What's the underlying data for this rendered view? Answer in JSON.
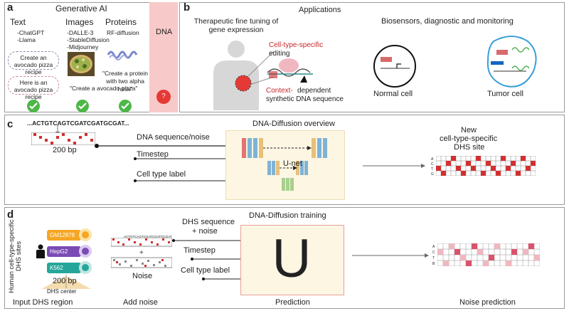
{
  "panel_a": {
    "label": "a",
    "title": "Generative AI",
    "text": {
      "heading": "Text",
      "items": [
        "-ChatGPT",
        "-Llama"
      ],
      "prompt": "Create an avocado pizza recipe",
      "response": "Here is an avocado pizza recipe"
    },
    "images": {
      "heading": "Images",
      "items": [
        "-DALLE-3",
        "-StableDiffusion",
        "-Midjourney"
      ],
      "caption": "\"Create a avocado pizza\""
    },
    "proteins": {
      "heading": "Proteins",
      "items": [
        "RF-diffusion"
      ],
      "caption": "\"Create a protein with two alpha helix\""
    },
    "dna": {
      "heading": "DNA",
      "unknown": "?"
    }
  },
  "panel_b": {
    "label": "b",
    "title": "Applications",
    "therapeutic": "Therapeutic fine tuning of gene expression",
    "cell_type_a": "Cell-type-specific",
    "cell_type_b": "editing",
    "context_a": "Context-",
    "context_b": "dependent",
    "context_c": "synthetic DNA sequence",
    "biosensors": "Biosensors, diagnostic and monitoring",
    "normal": "Normal cell",
    "tumor": "Tumor cell"
  },
  "panel_c": {
    "label": "c",
    "sequence": "...ACTGTCAGTCGATCGATGCGAT...",
    "bp": "200 bp",
    "title": "DNA-Diffusion overview",
    "input1": "DNA sequence/noise",
    "input2": "Timestep",
    "input3": "Cell type label",
    "unet": "U-net",
    "output_a": "New",
    "output_b": "cell-type-specific",
    "output_c": "DHS site",
    "rows": [
      "A",
      "C",
      "T",
      "G"
    ]
  },
  "panel_d": {
    "label": "d",
    "side": "Human cell-type-specific DHS sites",
    "cell_lines": [
      "GM12878",
      "HepG2",
      "K562"
    ],
    "bp": "200 bp",
    "center": "DHS center",
    "input_caption": "Input DHS region",
    "seq_mini": "ACTGTCAGTCGATCGATGCGAT",
    "noise": "Noise",
    "add_noise": "Add noise",
    "title": "DNA-Diffusion training",
    "input1a": "DHS sequence",
    "input1b": "+ noise",
    "input2": "Timestep",
    "input3": "Cell type label",
    "unet_symbol": "U",
    "prediction": "Prediction",
    "noise_prediction": "Noise prediction",
    "rows": [
      "A",
      "C",
      "T",
      "B"
    ]
  },
  "colors": {
    "red": "#d32f2f",
    "pink": "#f0b7c0",
    "green": "#4db748",
    "teal": "#26a69a",
    "orange": "#f5a623",
    "purple": "#7b4bb5",
    "bg_cream": "#fdf6e3",
    "dna_bg": "#f7c9c9"
  }
}
